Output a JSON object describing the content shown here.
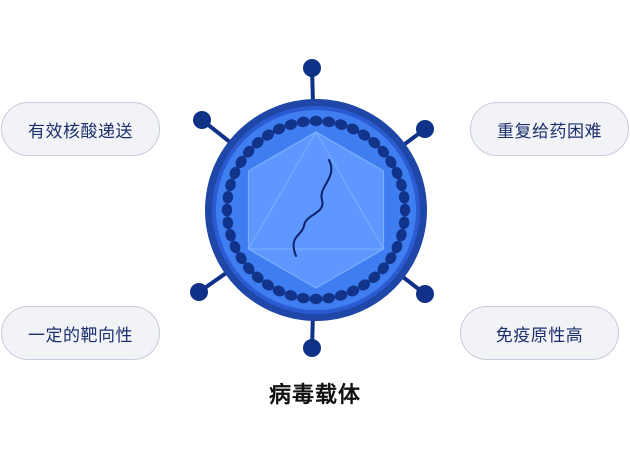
{
  "features": {
    "top_left": "有效核酸递送",
    "top_right": "重复给药困难",
    "bottom_left": "一定的靶向性",
    "bottom_right": "免疫原性高"
  },
  "caption": "病毒载体",
  "colors": {
    "outer_ring": "#1f47a8",
    "inner_fill": "#3f7ef0",
    "capsid": "#5d97ff",
    "dots": "#12338a",
    "spike": "#0f3187",
    "pill_bg": "#f2f3f7",
    "pill_text": "#1b2f6b"
  }
}
